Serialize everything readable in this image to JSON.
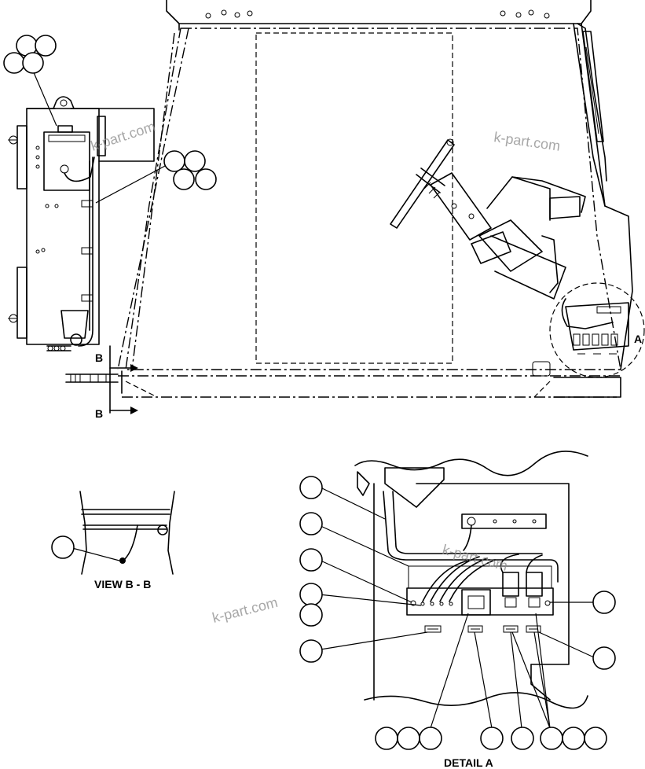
{
  "labels": {
    "section_marker": "B",
    "detail_marker": "A",
    "view_title": "VIEW B - B",
    "detail_title": "DETAIL A"
  },
  "watermark": "k-part.com",
  "colors": {
    "line": "#000000",
    "watermark": "#8a8a8a",
    "background": "#ffffff"
  }
}
